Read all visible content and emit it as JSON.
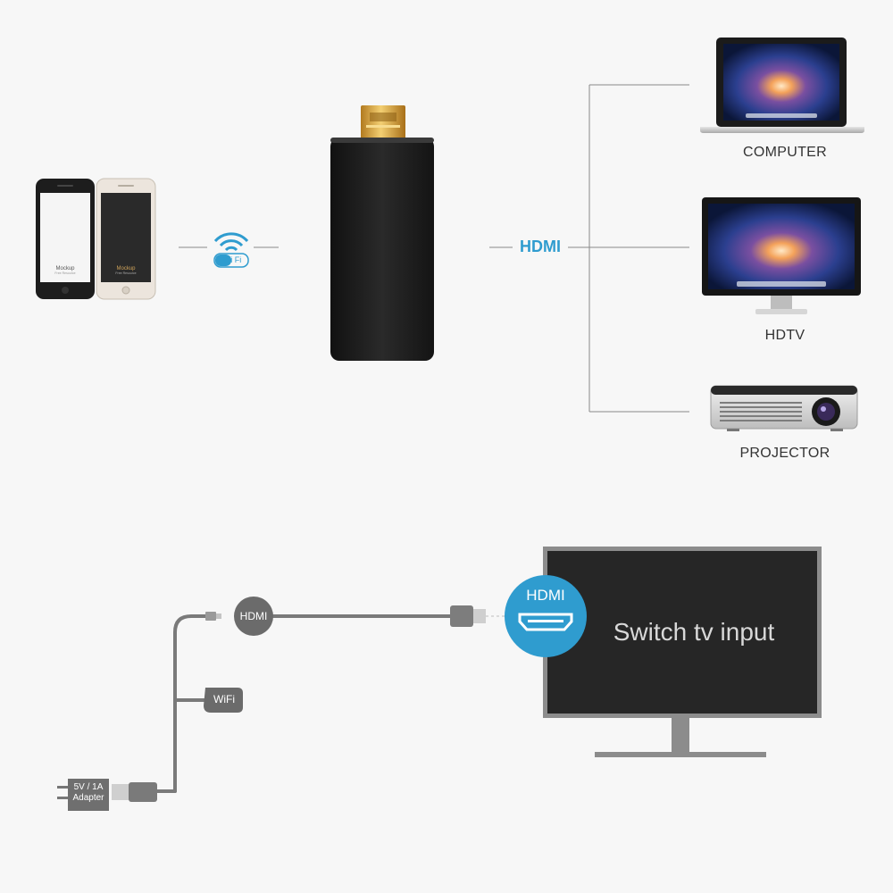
{
  "phones": [
    {
      "title": "Mockup",
      "subtitle": "Free Resource"
    },
    {
      "title": "Mockup",
      "subtitle": "Free Resource"
    }
  ],
  "wifi_badge": "Wi Fi",
  "hdmi_connector_label": "HDMI",
  "devices": {
    "computer": "COMPUTER",
    "hdtv": "HDTV",
    "projector": "PROJECTOR"
  },
  "setup": {
    "hdmi_node": "HDMI",
    "wifi_node": "WiFi",
    "adapter_line1": "5V / 1A",
    "adapter_line2": "Adapter",
    "tv_hdmi_badge": "HDMI",
    "tv_text": "Switch tv input"
  },
  "colors": {
    "accent": "#2f9ccf",
    "dongle": "#1e1e1e",
    "gold": "#d9a43c",
    "cable": "#7a7a7a",
    "tv_frame": "#8c8c8c",
    "tv_screen": "#262626"
  }
}
